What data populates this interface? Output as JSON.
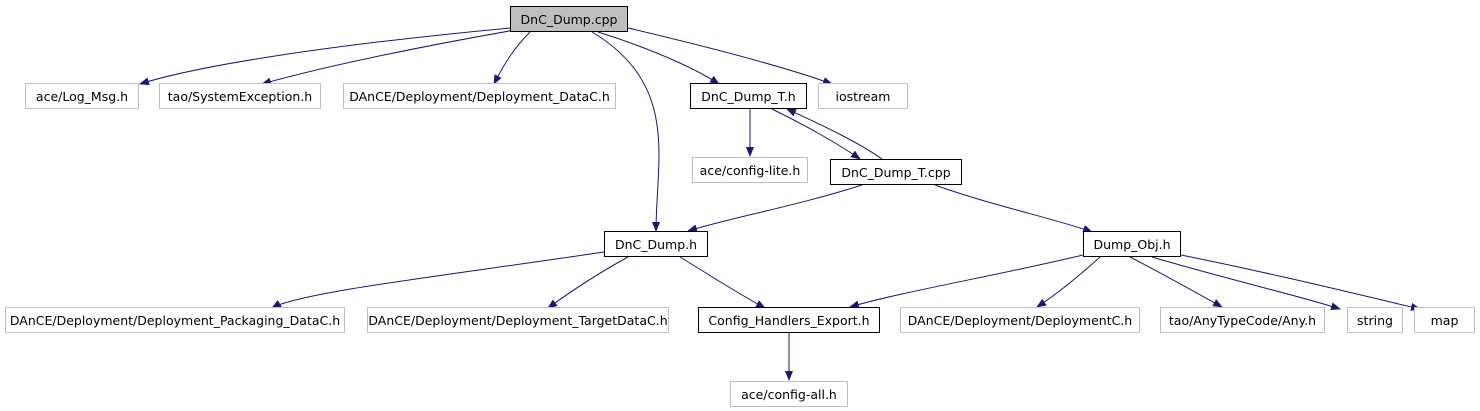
{
  "colors": {
    "edge": "#191970",
    "local_border": "#000000",
    "external_border": "#bfbfbf",
    "root_fill": "#bfbfbf"
  },
  "nodes": {
    "root": {
      "label": "DnC_Dump.cpp"
    },
    "log_msg": {
      "label": "ace/Log_Msg.h"
    },
    "system_exception": {
      "label": "tao/SystemException.h"
    },
    "deployment_datac": {
      "label": "DAnCE/Deployment/Deployment_DataC.h"
    },
    "dnc_dump_t_h": {
      "label": "DnC_Dump_T.h"
    },
    "iostream": {
      "label": "iostream"
    },
    "config_lite": {
      "label": "ace/config-lite.h"
    },
    "dnc_dump_t_cpp": {
      "label": "DnC_Dump_T.cpp"
    },
    "dnc_dump_h": {
      "label": "DnC_Dump.h"
    },
    "dump_obj": {
      "label": "Dump_Obj.h"
    },
    "packaging_datac": {
      "label": "DAnCE/Deployment/Deployment_Packaging_DataC.h"
    },
    "target_datac": {
      "label": "DAnCE/Deployment/Deployment_TargetDataC.h"
    },
    "config_handlers_export": {
      "label": "Config_Handlers_Export.h"
    },
    "deploymentc": {
      "label": "DAnCE/Deployment/DeploymentC.h"
    },
    "any": {
      "label": "tao/AnyTypeCode/Any.h"
    },
    "string": {
      "label": "string"
    },
    "map": {
      "label": "map"
    },
    "config_all": {
      "label": "ace/config-all.h"
    }
  },
  "edges": [
    {
      "from": "root",
      "to": "log_msg"
    },
    {
      "from": "root",
      "to": "system_exception"
    },
    {
      "from": "root",
      "to": "deployment_datac"
    },
    {
      "from": "root",
      "to": "dnc_dump_t_h"
    },
    {
      "from": "root",
      "to": "iostream"
    },
    {
      "from": "root",
      "to": "dnc_dump_h"
    },
    {
      "from": "dnc_dump_t_h",
      "to": "config_lite"
    },
    {
      "from": "dnc_dump_t_h",
      "to": "dnc_dump_t_cpp"
    },
    {
      "from": "dnc_dump_t_cpp",
      "to": "dnc_dump_t_h"
    },
    {
      "from": "dnc_dump_t_cpp",
      "to": "dnc_dump_h"
    },
    {
      "from": "dnc_dump_t_cpp",
      "to": "dump_obj"
    },
    {
      "from": "dnc_dump_h",
      "to": "packaging_datac"
    },
    {
      "from": "dnc_dump_h",
      "to": "target_datac"
    },
    {
      "from": "dnc_dump_h",
      "to": "config_handlers_export"
    },
    {
      "from": "dump_obj",
      "to": "config_handlers_export"
    },
    {
      "from": "dump_obj",
      "to": "deploymentc"
    },
    {
      "from": "dump_obj",
      "to": "any"
    },
    {
      "from": "dump_obj",
      "to": "string"
    },
    {
      "from": "dump_obj",
      "to": "map"
    },
    {
      "from": "config_handlers_export",
      "to": "config_all"
    }
  ]
}
